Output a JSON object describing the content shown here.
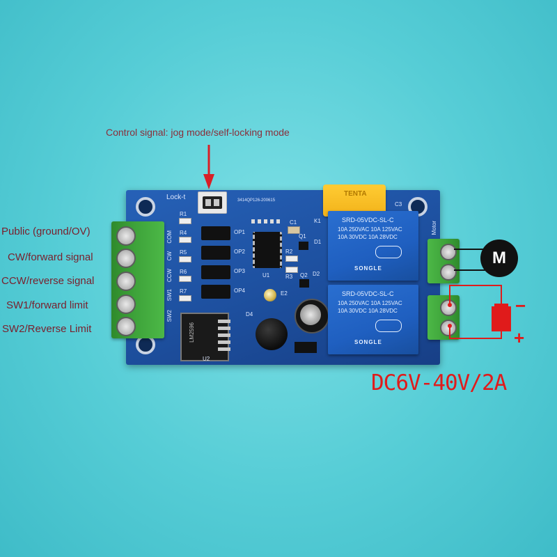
{
  "annotations": {
    "control_signal": "Control signal: jog mode/self-locking mode",
    "voltage": "DC6V-40V/2A",
    "motor_symbol": "M",
    "minus": "−",
    "plus": "+"
  },
  "terminals": [
    {
      "label": "Public (ground/OV)",
      "silk": "COM"
    },
    {
      "label": "CW/forward signal",
      "silk": "CW"
    },
    {
      "label": "CCW/reverse signal",
      "silk": "CCW"
    },
    {
      "label": "SW1/forward limit",
      "silk": "SW1"
    },
    {
      "label": "SW2/Reverse Limit",
      "silk": "SW2"
    }
  ],
  "board": {
    "lock_label": "Lock-t",
    "serial": "3414QP126-200615",
    "motor_label": "Motor",
    "resistors": [
      "R1",
      "R4",
      "R5",
      "R6",
      "R7",
      "R2",
      "R3"
    ],
    "optos": [
      "OP1",
      "OP2",
      "OP3",
      "OP4"
    ],
    "parts": [
      "Q1",
      "Q2",
      "D1",
      "D2",
      "D4",
      "U1",
      "E2",
      "C1",
      "C3",
      "K1",
      "U2"
    ],
    "capacitor_brand": "TENTA",
    "regulator": "LM2596"
  },
  "relays": [
    {
      "model": "SRD-05VDC-SL-C",
      "rating1": "10A 250VAC  10A 125VAC",
      "rating2": "10A 30VDC  10A 28VDC",
      "brand": "SONGLE"
    },
    {
      "model": "SRD-05VDC-SL-C",
      "rating1": "10A 250VAC  10A 125VAC",
      "rating2": "10A 30VDC  10A 28VDC",
      "brand": "SONGLE"
    }
  ],
  "colors": {
    "background": "#56cdd6",
    "pcb": "#1d4f9e",
    "terminal_green": "#3ea33a",
    "relay_blue": "#1f5fc0",
    "capacitor_yellow": "#f2b21a",
    "wire_red": "#e01b1b",
    "annotation_text": "#8a2e3a"
  }
}
